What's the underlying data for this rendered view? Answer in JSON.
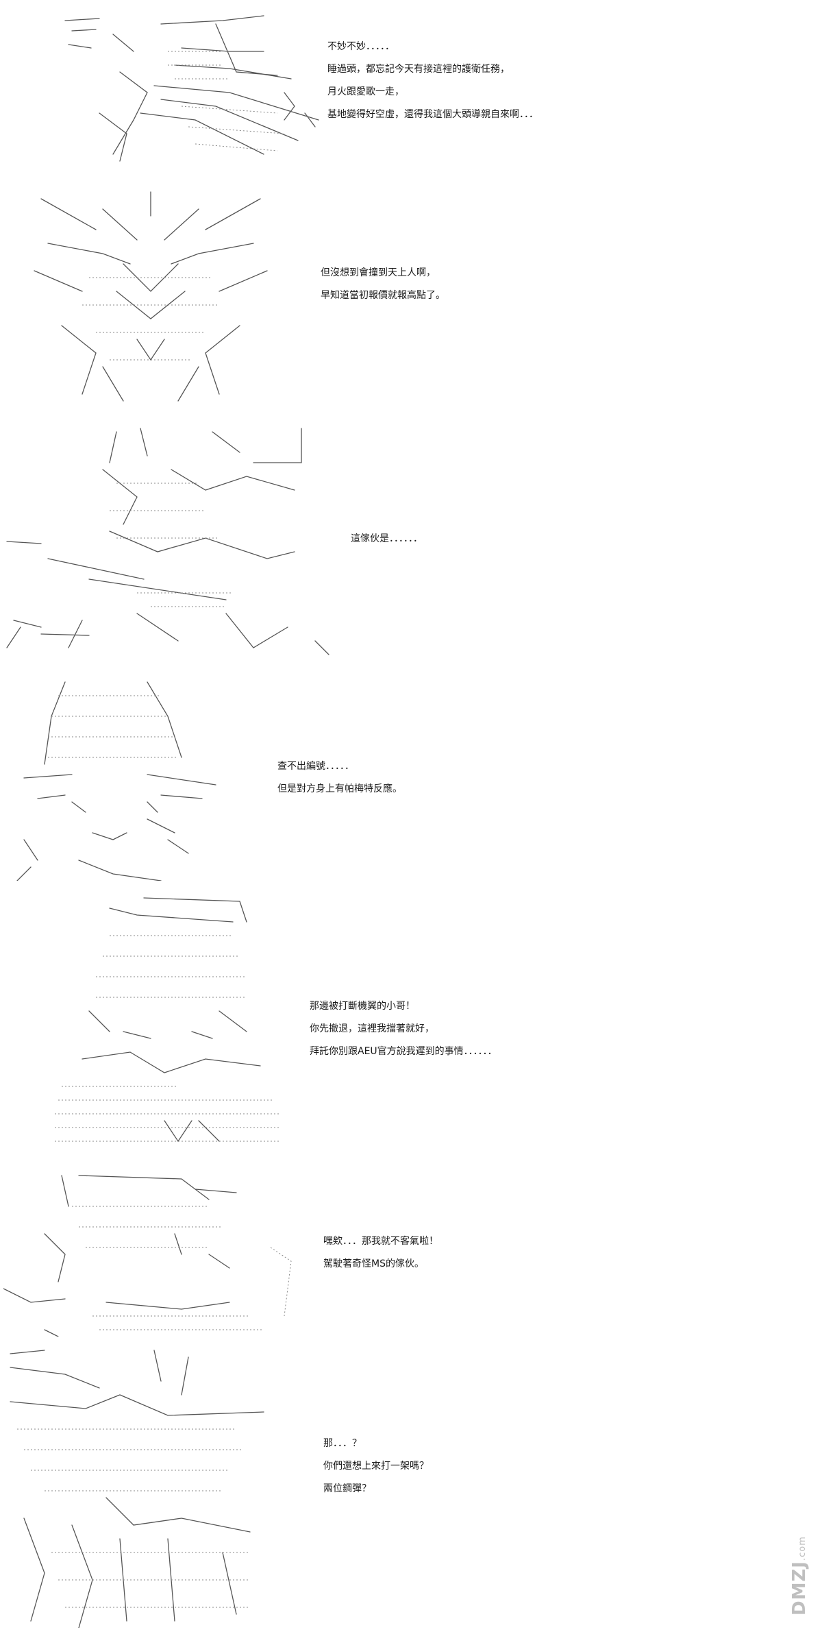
{
  "panels": [
    {
      "id": "panel-1",
      "lines": [
        "不妙不妙．．．．．",
        "睡過頭，都忘記今天有接這裡的護衛任務，",
        "月火跟愛歌一走，",
        "基地變得好空虛，還得我這個大頭導親自來啊．．．"
      ]
    },
    {
      "id": "panel-2",
      "lines": [
        "但沒想到會撞到天上人啊，",
        "早知道當初報價就報高點了。"
      ]
    },
    {
      "id": "panel-3",
      "lines": [
        "這傢伙是．．．．．．"
      ]
    },
    {
      "id": "panel-4",
      "lines": [
        "查不出編號．．．．．",
        "但是對方身上有帕梅特反應。"
      ]
    },
    {
      "id": "panel-5",
      "lines": [
        "那邊被打斷機翼的小哥！",
        "你先撤退，這裡我擋著就好，",
        "拜託你別跟AEU官方說我遲到的事情．．．．．．"
      ]
    },
    {
      "id": "panel-6",
      "lines": [
        "嘿欸．．．那我就不客氣啦！",
        "駕駛著奇怪MS的傢伙。"
      ]
    },
    {
      "id": "panel-7",
      "lines": [
        "那．．．？",
        "你們還想上來打一架嗎？",
        "兩位鋼彈？"
      ]
    }
  ],
  "watermark": {
    "main": "DMZJ",
    "suffix": ".com"
  }
}
